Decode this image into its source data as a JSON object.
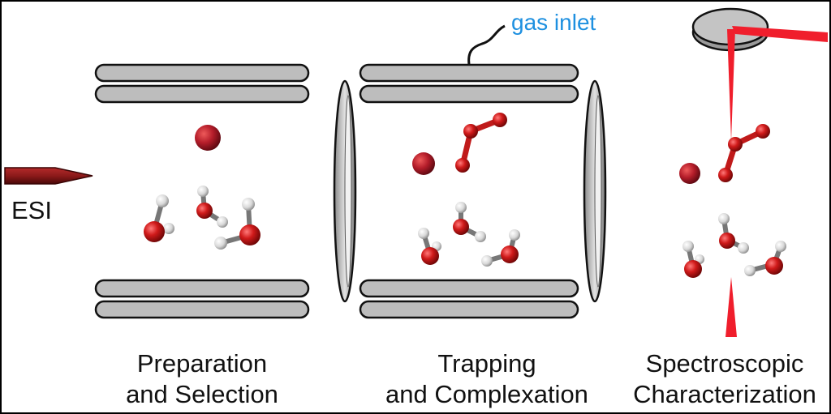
{
  "labels": {
    "esi": "ESI",
    "gas_inlet": "gas inlet"
  },
  "stages": [
    {
      "line1": "Preparation",
      "line2": "and Selection"
    },
    {
      "line1": "Trapping",
      "line2": "and Complexation"
    },
    {
      "line1": "Spectroscopic",
      "line2": "Characterization"
    }
  ],
  "colors": {
    "electrode_fill": "#bdbdbd",
    "outline": "#111111",
    "oxygen": "#cc1a1a",
    "hydrogen": "#e8e8e8",
    "metal_ion": "#b51d2a",
    "laser": "#f01e2c",
    "needle": "#8c1a1a",
    "gas_label": "#1e90e0"
  },
  "icons": [
    "esi-needle-icon",
    "laser-mirror-icon",
    "gas-inlet-tube-icon"
  ]
}
